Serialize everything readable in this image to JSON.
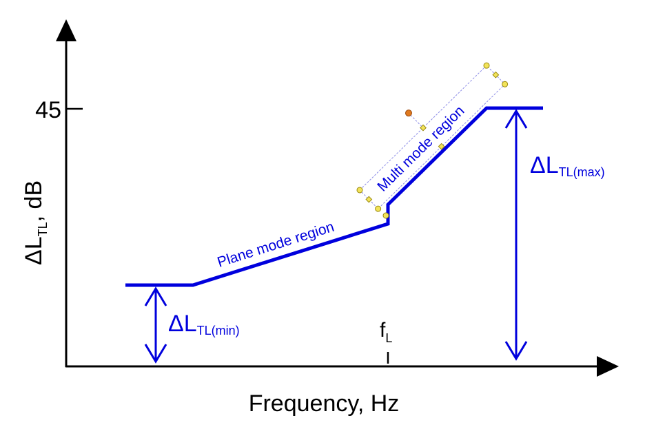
{
  "diagram": {
    "y_axis": {
      "label_main": "ΔL",
      "label_sub": "TL",
      "label_unit": ", dB",
      "tick_label": "45"
    },
    "x_axis": {
      "label": "Frequency, Hz",
      "tick_label_main": "f",
      "tick_label_sub": "L"
    },
    "regions": {
      "plane": "Plane mode region",
      "multi": "Multi mode region"
    },
    "annotations": {
      "min_main": "ΔL",
      "min_sub": "TL(min)",
      "max_main": "ΔL",
      "max_sub": "TL(max)"
    },
    "colors": {
      "curve": "#0000dd",
      "axis": "#000000",
      "handle_fill": "#f2e35a",
      "handle_rotate": "#e07a1f",
      "selection_box": "#8c8ce6"
    }
  }
}
